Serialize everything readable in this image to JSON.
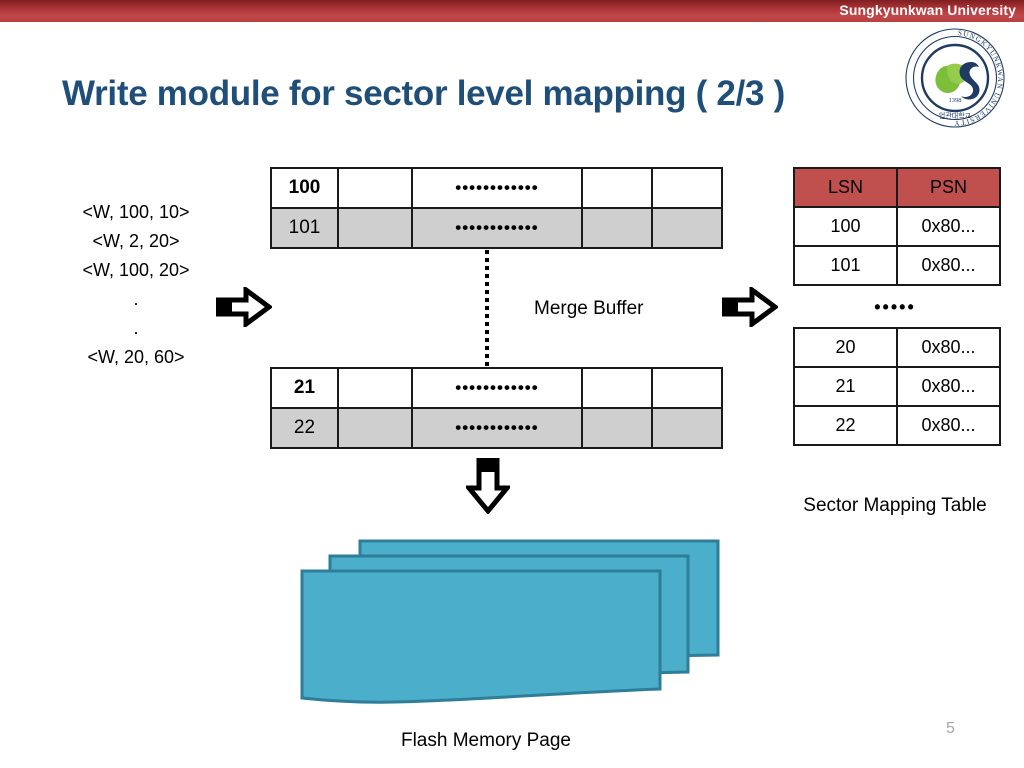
{
  "header": {
    "university_name": "Sungkyunkwan University",
    "banner_color": "#b03a3d",
    "logo_icon": "sungkyunkwan-seal-logo",
    "logo_year": "1398",
    "logo_ring_text": "SUNGKYUNKWAN UNIVERSITY"
  },
  "slide": {
    "title": "Write module for sector level mapping ( 2/3 )",
    "title_color": "#1F4E79",
    "page_number": "5"
  },
  "write_requests": {
    "items": [
      "<W, 100, 10>",
      "<W, 2, 20>",
      "<W, 100, 20>",
      ".",
      ".",
      "<W, 20, 60>"
    ]
  },
  "arrows": {
    "left_to_buffer": "arrow-right-icon",
    "buffer_to_table": "arrow-right-icon",
    "buffer_to_flash": "arrow-down-icon"
  },
  "merge_buffer": {
    "label": "Merge Buffer",
    "connector": "vertical-dotted-line",
    "dots_text": "••••••••••••",
    "top_table": {
      "rows": [
        {
          "id": "100",
          "shaded": false,
          "dots": "••••••••••••"
        },
        {
          "id": "101",
          "shaded": true,
          "dots": "••••••••••••"
        }
      ]
    },
    "bottom_table": {
      "rows": [
        {
          "id": "21",
          "shaded": false,
          "dots": "••••••••••••"
        },
        {
          "id": "22",
          "shaded": true,
          "dots": "••••••••••••"
        }
      ]
    }
  },
  "sector_mapping_table": {
    "caption": "Sector Mapping Table",
    "header_color": "#C0504D",
    "columns": [
      "LSN",
      "PSN"
    ],
    "upper_rows": [
      {
        "lsn": "100",
        "psn": "0x80..."
      },
      {
        "lsn": "101",
        "psn": "0x80..."
      }
    ],
    "separator": "•••••",
    "lower_rows": [
      {
        "lsn": "20",
        "psn": "0x80..."
      },
      {
        "lsn": "21",
        "psn": "0x80..."
      },
      {
        "lsn": "22",
        "psn": "0x80..."
      }
    ]
  },
  "flash_memory": {
    "caption": "Flash Memory Page",
    "page_count": 3,
    "fill_color": "#4BAECA",
    "stroke_color": "#2E7E99"
  }
}
